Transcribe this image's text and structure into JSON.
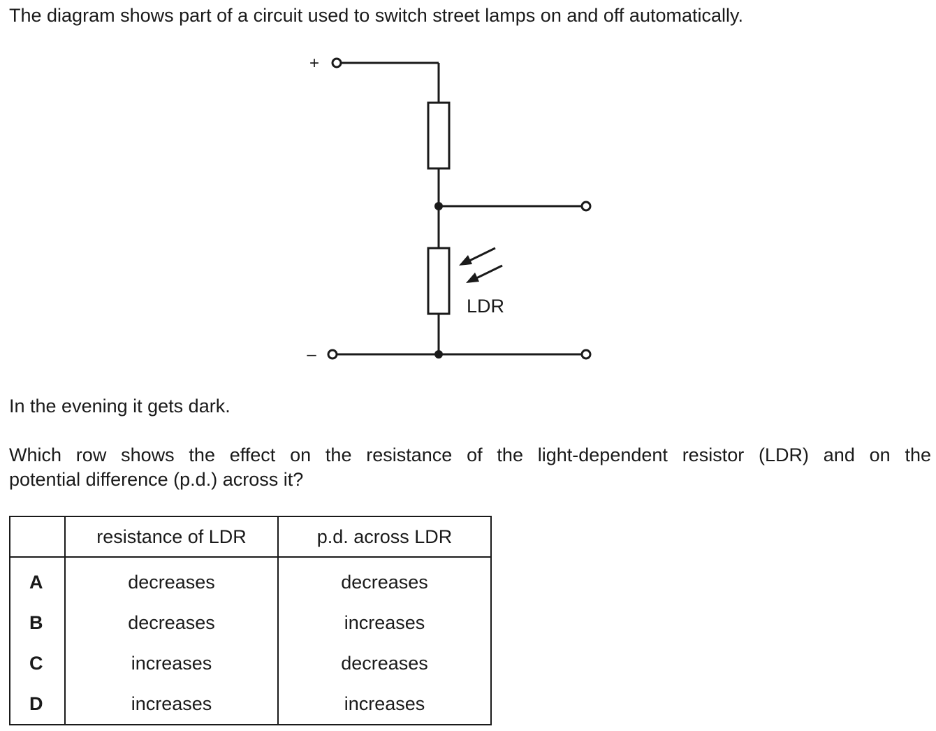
{
  "intro": "The diagram shows part of a circuit used to switch street lamps on and off automatically.",
  "circuit": {
    "plus_label": "+",
    "minus_label": "–",
    "ldr_label": "LDR"
  },
  "evening": "In the evening it gets dark.",
  "question_line1": "Which row shows the effect on the resistance of the light-dependent resistor (LDR) and on the",
  "question_line2": "potential difference (p.d.) across it?",
  "table": {
    "headers": [
      "",
      "resistance of LDR",
      "p.d. across LDR"
    ],
    "rows": [
      {
        "letter": "A",
        "resistance": "decreases",
        "pd": "decreases"
      },
      {
        "letter": "B",
        "resistance": "decreases",
        "pd": "increases"
      },
      {
        "letter": "C",
        "resistance": "increases",
        "pd": "decreases"
      },
      {
        "letter": "D",
        "resistance": "increases",
        "pd": "increases"
      }
    ]
  }
}
